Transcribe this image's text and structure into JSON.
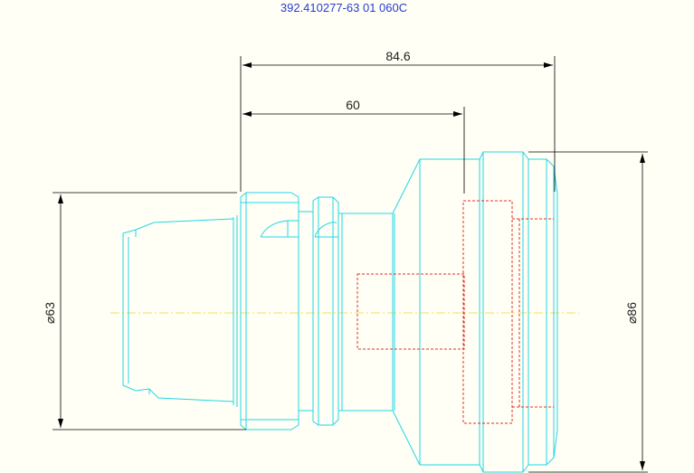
{
  "drawing": {
    "part_number": "392.410277-63 01 060C",
    "dimensions": {
      "overall_length": "84.6",
      "gauge_length": "60",
      "left_diameter": "⌀63",
      "right_diameter": "⌀86"
    }
  },
  "colors": {
    "outline": "#22d6e6",
    "hidden": "#e0302a",
    "centerline": "#f0e060",
    "dimension": "#000000",
    "title_text": "#2a3bd0",
    "background": "#fffff5"
  }
}
